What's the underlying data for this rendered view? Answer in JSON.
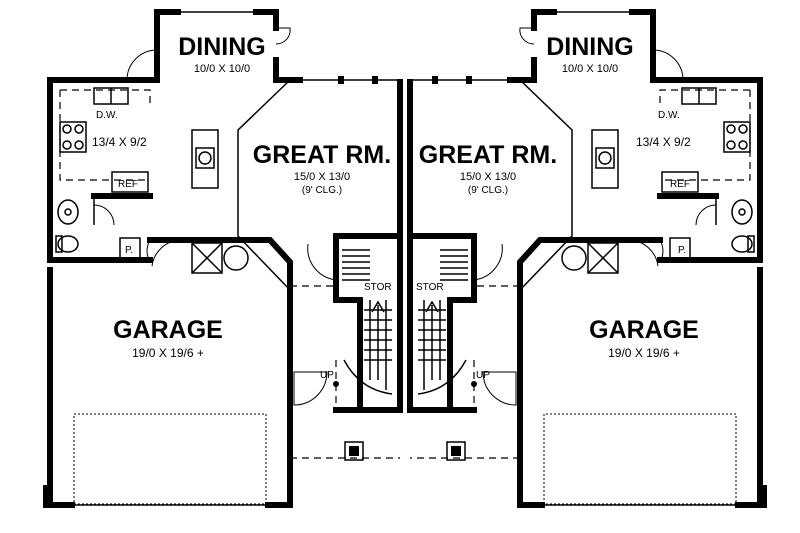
{
  "rooms": {
    "dining_left": {
      "name": "DINING",
      "dims": "10/0 X 10/0"
    },
    "dining_right": {
      "name": "DINING",
      "dims": "10/0 X 10/0"
    },
    "great_left": {
      "name": "GREAT RM.",
      "dims": "15/0 X 13/0",
      "note": "(9' CLG.)"
    },
    "great_right": {
      "name": "GREAT RM.",
      "dims": "15/0 X 13/0",
      "note": "(9' CLG.)"
    },
    "kitchen_left": {
      "dims": "13/4 X 9/2"
    },
    "kitchen_right": {
      "dims": "13/4 X 9/2"
    },
    "garage_left": {
      "name": "GARAGE",
      "dims": "19/0 X 19/6 +"
    },
    "garage_right": {
      "name": "GARAGE",
      "dims": "19/0 X 19/6 +"
    }
  },
  "labels": {
    "dw": "D.W.",
    "ref": "REF",
    "pantry": "P.",
    "stor": "STOR",
    "up": "UP"
  }
}
